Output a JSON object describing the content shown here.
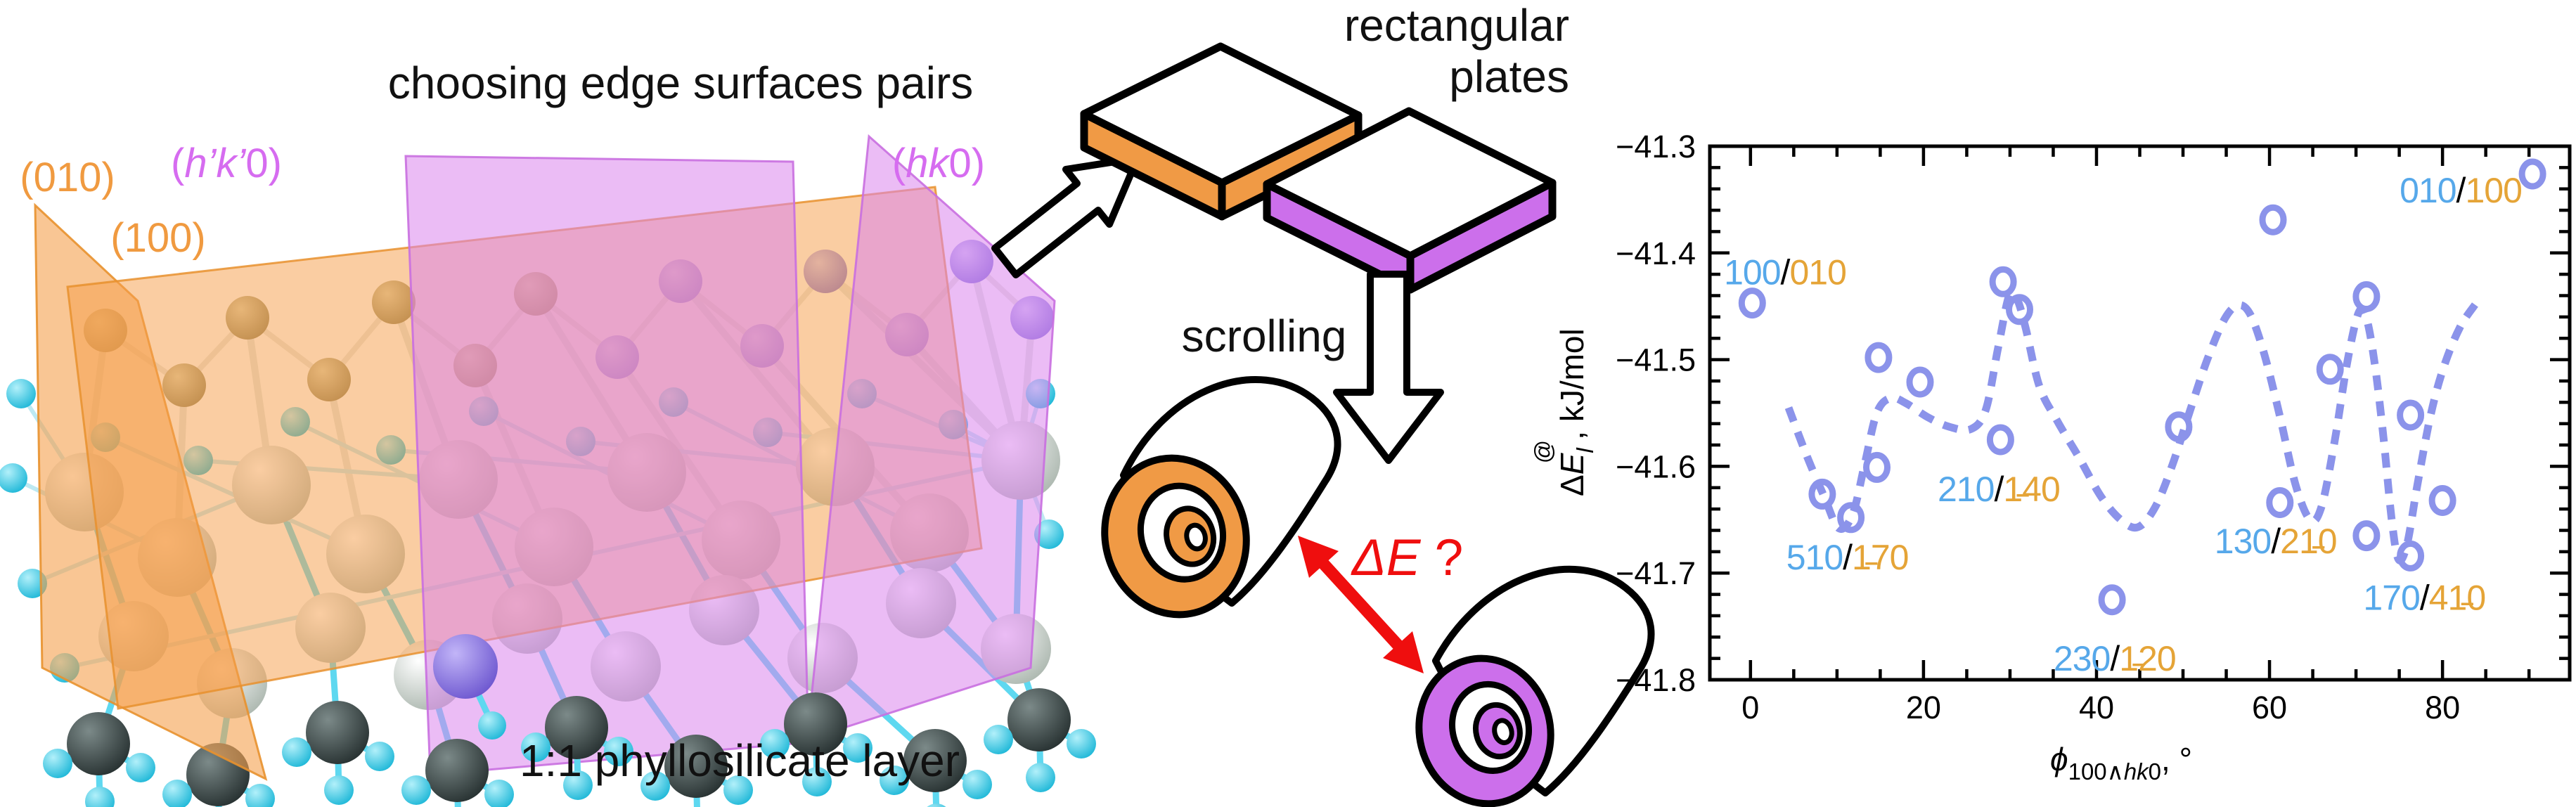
{
  "left_panel": {
    "plane_labels": {
      "p010": "(010)",
      "p100": "(100)",
      "phk0_prime": {
        "lp": "(",
        "hk": "h’k’",
        "rp": "0)"
      },
      "phk0": {
        "lp": "(",
        "hk": "hk",
        "rp": "0)"
      }
    },
    "caption": "1:1 phyllosilicate layer"
  },
  "middle_panel": {
    "choosing": "choosing edge surfaces pairs",
    "rect_line1": "rectangular",
    "rect_line2": "plates",
    "scrolling": "scrolling",
    "delta_e": "ΔE",
    "question": " ?"
  },
  "colors": {
    "orange": "#F09A45",
    "orange_text": "#F09A40",
    "purple": "#CC6FEB",
    "purple_text": "#D66CF0",
    "plane_orange_fill": "#F5A04D",
    "plane_purple_fill": "#DA85EC",
    "red": "#EF0E0E",
    "marker": "#8B93EA",
    "label_blue": "#56A8EA",
    "label_orange": "#E5A437"
  },
  "chart": {
    "ylabel_parts": {
      "delta": "Δ",
      "E": "E",
      "sub": "l",
      "sup": "@",
      "rest": ", kJ/mol"
    },
    "xlabel_parts": {
      "phi": "ϕ",
      "sub1": "100∧",
      "subhk": "hk",
      "sub0": "0",
      "rest": ", °"
    },
    "ytick_labels": [
      "−41.3",
      "−41.4",
      "−41.5",
      "−41.6",
      "−41.7",
      "−41.8"
    ],
    "xtick_labels": [
      "0",
      "20",
      "40",
      "60",
      "80"
    ],
    "chart_data": {
      "type": "scatter",
      "title": "",
      "xlabel": "phi_100^hk0, degrees",
      "ylabel": "Delta E_l^@, kJ/mol",
      "xlim": [
        -4.7,
        94.7
      ],
      "ylim": [
        -41.8,
        -41.3
      ],
      "xticks": [
        0,
        20,
        40,
        60,
        80
      ],
      "xminor_step": 5,
      "yticks": [
        -41.3,
        -41.4,
        -41.5,
        -41.6,
        -41.7,
        -41.8
      ],
      "yminor_step": 0.02,
      "grid": false,
      "legend": "none",
      "points": [
        [
          0.2,
          -41.447
        ],
        [
          8.3,
          -41.626
        ],
        [
          11.6,
          -41.648
        ],
        [
          14.6,
          -41.601
        ],
        [
          14.8,
          -41.498
        ],
        [
          19.6,
          -41.521
        ],
        [
          28.9,
          -41.575
        ],
        [
          29.2,
          -41.427
        ],
        [
          31.1,
          -41.453
        ],
        [
          41.8,
          -41.725
        ],
        [
          49.5,
          -41.563
        ],
        [
          60.4,
          -41.369
        ],
        [
          61.2,
          -41.634
        ],
        [
          67.0,
          -41.509
        ],
        [
          71.2,
          -41.441
        ],
        [
          71.2,
          -41.665
        ],
        [
          76.3,
          -41.552
        ],
        [
          76.3,
          -41.684
        ],
        [
          80.0,
          -41.632
        ],
        [
          90.4,
          -41.326
        ]
      ],
      "trend_dashed": [
        [
          4.4,
          -41.545
        ],
        [
          6.5,
          -41.59
        ],
        [
          8.5,
          -41.628
        ],
        [
          10.2,
          -41.658
        ],
        [
          11.8,
          -41.645
        ],
        [
          13.2,
          -41.598
        ],
        [
          14.6,
          -41.55
        ],
        [
          16.2,
          -41.536
        ],
        [
          18.0,
          -41.541
        ],
        [
          20.5,
          -41.554
        ],
        [
          23.0,
          -41.563
        ],
        [
          25.5,
          -41.565
        ],
        [
          27.2,
          -41.547
        ],
        [
          28.6,
          -41.49
        ],
        [
          29.9,
          -41.44
        ],
        [
          30.8,
          -41.443
        ],
        [
          31.8,
          -41.47
        ],
        [
          33.4,
          -41.525
        ],
        [
          35.5,
          -41.558
        ],
        [
          38.0,
          -41.592
        ],
        [
          40.5,
          -41.628
        ],
        [
          42.8,
          -41.65
        ],
        [
          44.8,
          -41.657
        ],
        [
          46.8,
          -41.638
        ],
        [
          48.8,
          -41.598
        ],
        [
          50.8,
          -41.548
        ],
        [
          52.8,
          -41.5
        ],
        [
          54.8,
          -41.462
        ],
        [
          56.4,
          -41.449
        ],
        [
          57.8,
          -41.458
        ],
        [
          59.4,
          -41.495
        ],
        [
          61.2,
          -41.553
        ],
        [
          63.0,
          -41.617
        ],
        [
          64.7,
          -41.65
        ],
        [
          66.0,
          -41.638
        ],
        [
          67.5,
          -41.578
        ],
        [
          69.0,
          -41.502
        ],
        [
          70.3,
          -41.456
        ],
        [
          71.2,
          -41.461
        ],
        [
          72.2,
          -41.506
        ],
        [
          73.2,
          -41.575
        ],
        [
          74.1,
          -41.648
        ],
        [
          74.9,
          -41.687
        ],
        [
          75.9,
          -41.673
        ],
        [
          77.1,
          -41.617
        ],
        [
          78.6,
          -41.553
        ],
        [
          80.1,
          -41.508
        ],
        [
          82.0,
          -41.47
        ],
        [
          83.9,
          -41.447
        ]
      ],
      "point_labels": [
        {
          "blue": "100",
          "orange": "010",
          "x": 4.0,
          "y": -41.419
        },
        {
          "blue": "510",
          "orange": "1̵70",
          "x": 11.2,
          "y": -41.686
        },
        {
          "blue": "210",
          "orange": "1̵40",
          "x": 28.7,
          "y": -41.622
        },
        {
          "blue": "230",
          "orange": "1̵20",
          "x": 42.1,
          "y": -41.781
        },
        {
          "blue": "130",
          "orange": "21̵0",
          "x": 60.7,
          "y": -41.671
        },
        {
          "blue": "170",
          "orange": "41̵0",
          "x": 77.9,
          "y": -41.724
        },
        {
          "blue": "010",
          "orange": "100",
          "x": 82.1,
          "y": -41.342
        }
      ]
    }
  }
}
